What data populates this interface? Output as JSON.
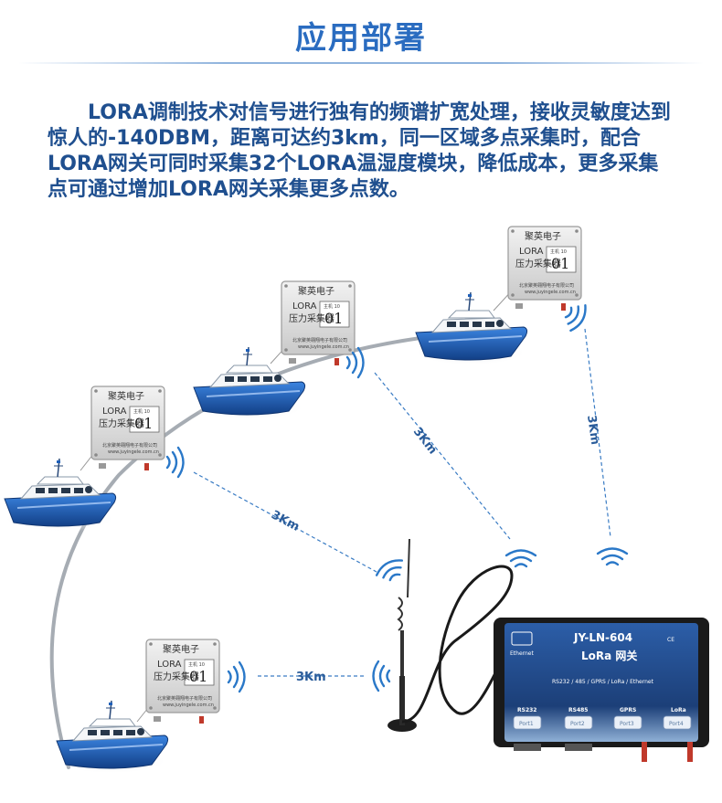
{
  "title": "应用部署",
  "intro": "LORA调制技术对信号进行独有的频谱扩宽处理，接收灵敏度达到惊人的-140DBM，距离可达约3km，同一区域多点采集时，配合LORA网关可同时采集32个LORA温湿度模块，降低成本，更多采集点可通过增加LORA网关采集更多点数。",
  "distance_label": "3Km",
  "sensor": {
    "brand": "聚英电子",
    "model": "LORA",
    "name": "压力采集器",
    "id_label": "主机 10",
    "number": "01",
    "company": "北京聚英翱翔电子有限公司",
    "url": "www.juyingele.com.cn"
  },
  "gateway": {
    "model": "JY-LN-604",
    "name": "LoRa 网关",
    "protocols": "RS232 / 485 / GPRS / LoRa / Ethernet",
    "ethernet_label": "Ethernet",
    "ports": [
      {
        "label": "RS232",
        "box": "Port1"
      },
      {
        "label": "RS485",
        "box": "Port2"
      },
      {
        "label": "GPRS",
        "box": "Port3"
      },
      {
        "label": "LoRa",
        "box": "Port4"
      }
    ],
    "ce_mark": "CE"
  },
  "colors": {
    "title": "#2a6cc0",
    "text": "#1f4f8f",
    "signal": "#2a78c8",
    "link": "#3a7cc4",
    "ship_hull": "#1f5fb8",
    "gateway_body": "#1d3f73"
  }
}
